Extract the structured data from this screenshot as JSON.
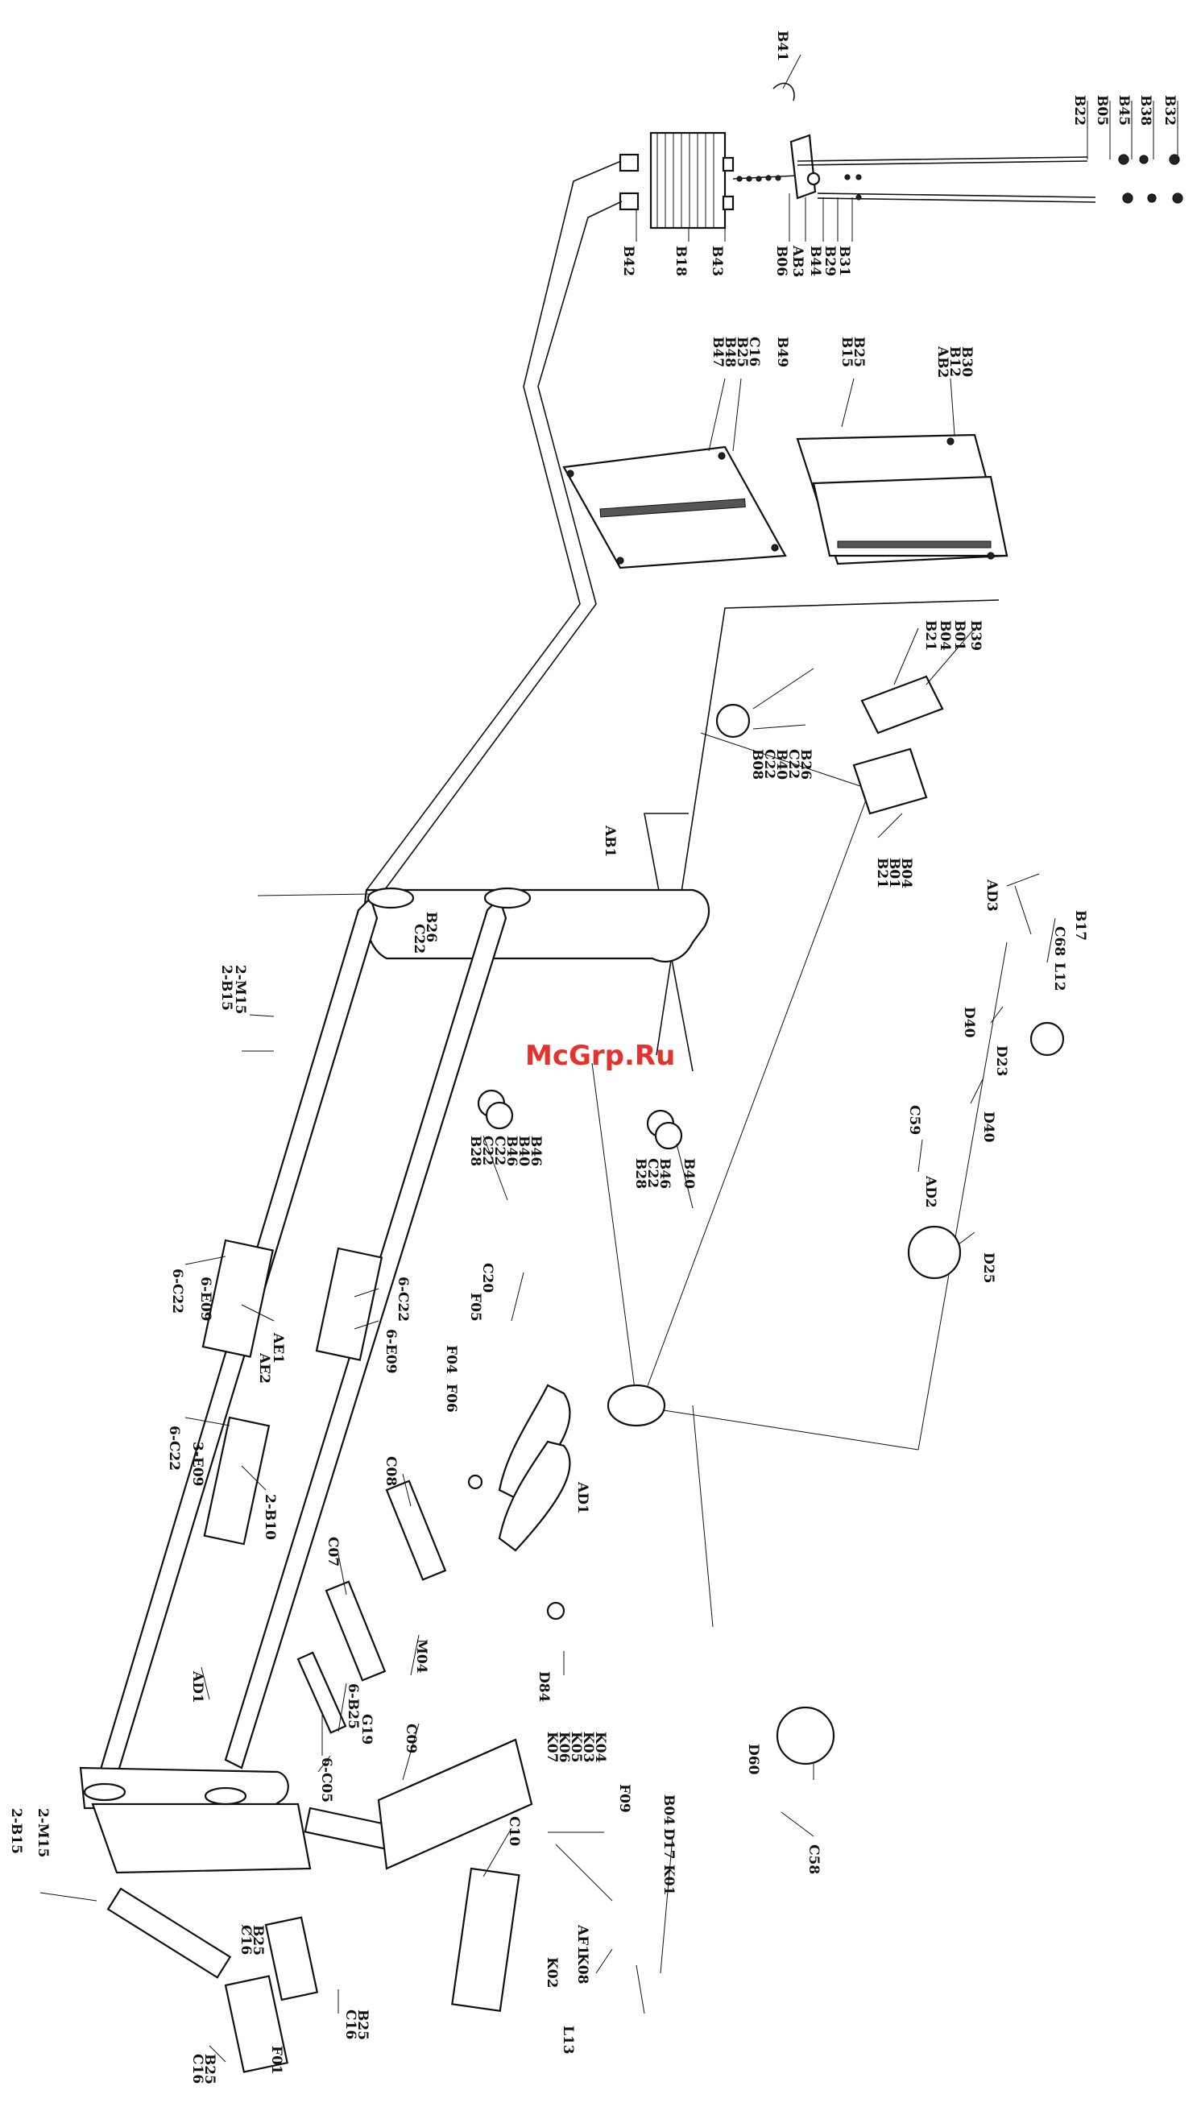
{
  "watermark": {
    "text": "McGrp.Ru",
    "color": "#e3332c"
  },
  "labels": {
    "B41": "B41",
    "B22": "B22",
    "B05": "B05",
    "B45": "B45",
    "B38": "B38",
    "B32": "B32",
    "B42": "B42",
    "B18": "B18",
    "B43": "B43",
    "B06": "B06",
    "AB3": "AB3",
    "B44": "B44",
    "B29": "B29",
    "B31": "B31",
    "B47": "B47",
    "B48": "B48",
    "B25a": "B25",
    "C16a": "C16",
    "B49": "B49",
    "B15": "B15",
    "B25b": "B25",
    "AB2": "AB2",
    "B12": "B12",
    "B30": "B30",
    "B21a": "B21",
    "B04a": "B04",
    "B01a": "B01",
    "B39": "B39",
    "B26a": "B26",
    "C22a": "C22",
    "B40a": "B40",
    "C22b": "C22",
    "B08": "B08",
    "AB1": "AB1",
    "B04b": "B04",
    "B01b": "B01",
    "B21b": "B21",
    "AD3": "AD3",
    "B17": "B17",
    "C68": "C68",
    "L12": "L12",
    "D40a": "D40",
    "D23": "D23",
    "D40b": "D40",
    "C59": "C59",
    "AD2": "AD2",
    "D25": "D25",
    "B26b": "B26",
    "C22c": "C22",
    "M15a": "2-M15",
    "B15a": "2-B15",
    "B46a": "B46",
    "B40b": "B40",
    "C22d": "C22",
    "C22e": "C22",
    "B28a": "B28",
    "B46b": "B46",
    "B40c": "B40",
    "B46c": "B46",
    "C22f": "C22",
    "B28b": "B28",
    "C20": "C20",
    "F05": "F05",
    "F04": "F04",
    "F06": "F06",
    "C22g": "6-C22",
    "E09a": "6-E09",
    "AE1": "AE1",
    "AE2": "AE2",
    "C22h": "6-C22",
    "E09b": "6-E09",
    "C22i": "6-C22",
    "E09c": "3-E09",
    "B10": "2-B10",
    "C08": "C08",
    "C07": "C07",
    "M04": "M04",
    "AD1a": "AD1",
    "D84": "D84",
    "D60": "D60",
    "C58": "C58",
    "AD1b": "AD1",
    "B25c": "6-B25",
    "G19": "G19",
    "C05": "6-C05",
    "C09": "C09",
    "C10": "C10",
    "K04": "K04",
    "K03": "K03",
    "K05": "K05",
    "K06": "K06",
    "K07": "K07",
    "F09": "F09",
    "B04c": "B04",
    "D17": "D17",
    "K01": "K01",
    "AF1": "AF1",
    "K08": "K08",
    "K02": "K02",
    "L13": "L13",
    "M15b": "2-M15",
    "B15b": "2-B15",
    "B25d": "B25",
    "C16b": "C16",
    "B25e": "B25",
    "C16c": "C16",
    "B25f": "B25",
    "C16d": "C16",
    "F01": "F01"
  }
}
